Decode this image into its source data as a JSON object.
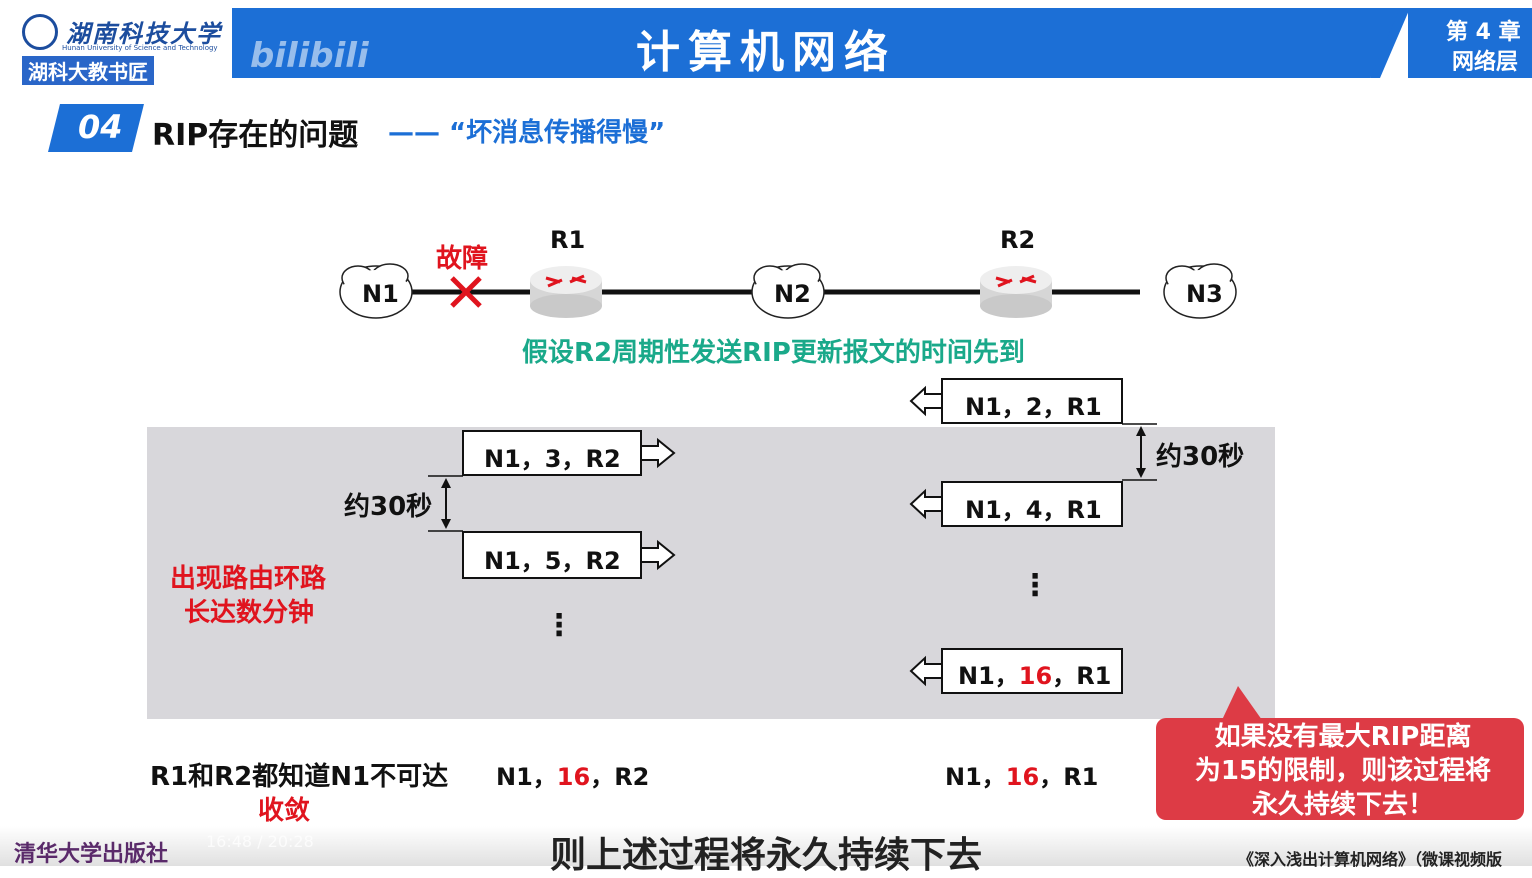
{
  "header": {
    "logo_cn": "湖南科技大学",
    "logo_en": "Hunan University of Science and Technology",
    "logo_sub": "湖科大教书匠",
    "watermark": "bilibili",
    "title": "计算机网络",
    "chapter_line1": "第 4 章",
    "chapter_line2": "网络层"
  },
  "section": {
    "number": "04",
    "title": "RIP存在的问题",
    "subtitle": "—— “坏消息传播得慢”"
  },
  "topology": {
    "fault_label": "故障",
    "routers": [
      "R1",
      "R2"
    ],
    "networks": [
      "N1",
      "N2",
      "N3"
    ],
    "assumption": "假设R2周期性发送RIP更新报文的时间先到"
  },
  "left_updates": {
    "msg1": "N1，3，R2",
    "msg2": "N1，5，R2",
    "interval": "约30秒",
    "dots": "⋮",
    "loop_line1": "出现路由环路",
    "loop_line2": "长达数分钟"
  },
  "right_updates": {
    "msg1": "N1，2，R1",
    "msg2": "N1，4，R1",
    "interval": "约30秒",
    "dots": "⋮",
    "msg_last_pre": "N1，",
    "msg_last_num": "16",
    "msg_last_post": "，R1"
  },
  "conclusion": {
    "line1": "R1和R2都知道N1不可达",
    "line2": "收敛",
    "left_pre": "N1，",
    "left_num": "16",
    "left_post": "，R2",
    "right_pre": "N1，",
    "right_num": "16",
    "right_post": "，R1"
  },
  "callout": {
    "line1": "如果没有最大RIP距离",
    "line2": "为15的限制，则该过程将",
    "line3": "永久持续下去！"
  },
  "player": {
    "time": "16:48 / 20:28",
    "subtitle_caption": "则上述过程将永久持续下去"
  },
  "footer": {
    "publisher": "清华大学出版社",
    "book": "《深入浅出计算机网络》（微课视频版"
  },
  "colors": {
    "header_blue": "#1c6fd6",
    "accent_red": "#e0141e",
    "note_green": "#1aa98a",
    "callout_red": "#dd3b45",
    "panel_gray": "#d8d7db"
  }
}
